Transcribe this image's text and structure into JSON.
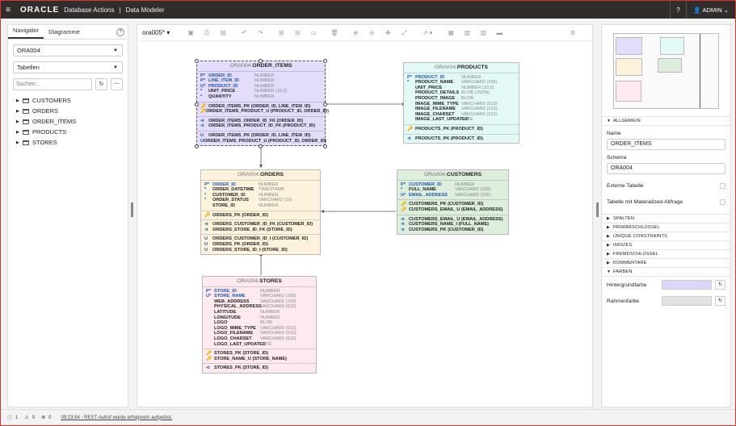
{
  "header": {
    "logo": "ORACLE",
    "app": "Database Actions",
    "sep": "|",
    "module": "Data Modeler",
    "user": "ADMIN"
  },
  "navigator": {
    "tabs": [
      "Navigator",
      "Diagramme"
    ],
    "schema": "ORA004",
    "object_type": "Tabellen",
    "search_placeholder": "Suchen...",
    "tree": [
      "CUSTOMERS",
      "ORDERS",
      "ORDER_ITEMS",
      "PRODUCTS",
      "STORES"
    ]
  },
  "diagram": {
    "name": "ora005*"
  },
  "entities": {
    "order_items": {
      "schema": "ORA004.",
      "name": "ORDER_ITEMS",
      "cols": [
        [
          "P",
          "*",
          "ORDER_ID",
          "NUMBER",
          true
        ],
        [
          "P",
          "*",
          "LINE_ITEM_ID",
          "NUMBER",
          true
        ],
        [
          "U",
          "*",
          "PRODUCT_ID",
          "NUMBER",
          true
        ],
        [
          "",
          "*",
          "UNIT_PRICE",
          "NUMBER (10,2)",
          false
        ],
        [
          "",
          "*",
          "QUANTITY",
          "NUMBER",
          false
        ]
      ],
      "keys": [
        [
          "ORDER_ITEMS_PK (ORDER_ID, LINE_ITEM_ID)",
          "ORDER_ITEMS_PRODUCT_U (PRODUCT_ID, ORDER_ID)"
        ],
        [
          "ORDER_ITEMS_ORDER_ID_FK (ORDER_ID)",
          "ORDER_ITEMS_PRODUCT_ID_FK (PRODUCT_ID)"
        ],
        [
          "ORDER_ITEMS_PK (ORDER_ID, LINE_ITEM_ID)",
          "ORDER_ITEMS_PRODUCT_U (PRODUCT_ID, ORDER_ID)"
        ]
      ]
    },
    "products": {
      "schema": "ORA004.",
      "name": "PRODUCTS",
      "cols": [
        [
          "P",
          "*",
          "PRODUCT_ID",
          "NUMBER",
          true
        ],
        [
          "",
          "*",
          "PRODUCT_NAME",
          "VARCHAR2 (255)",
          false
        ],
        [
          "",
          "",
          "UNIT_PRICE",
          "NUMBER (10,2)",
          false
        ],
        [
          "",
          "",
          "PRODUCT_DETAILS",
          "BLOB (JSON)",
          false
        ],
        [
          "",
          "",
          "PRODUCT_IMAGE",
          "BLOB",
          false
        ],
        [
          "",
          "",
          "IMAGE_MIME_TYPE",
          "VARCHAR2 (512)",
          false
        ],
        [
          "",
          "",
          "IMAGE_FILENAME",
          "VARCHAR2 (512)",
          false
        ],
        [
          "",
          "",
          "IMAGE_CHARSET",
          "VARCHAR2 (512)",
          false
        ],
        [
          "",
          "",
          "IMAGE_LAST_UPDATED",
          "DATE",
          false
        ]
      ],
      "keys": [
        [
          "PRODUCTS_PK (PRODUCT_ID)"
        ],
        [
          "PRODUCTS_PK (PRODUCT_ID)"
        ]
      ]
    },
    "orders": {
      "schema": "ORA004.",
      "name": "ORDERS",
      "cols": [
        [
          "P",
          "*",
          "ORDER_ID",
          "NUMBER",
          true
        ],
        [
          "",
          "*",
          "ORDER_DATETIME",
          "TIMESTAMP",
          false
        ],
        [
          "",
          "*",
          "CUSTOMER_ID",
          "NUMBER",
          false
        ],
        [
          "",
          "*",
          "ORDER_STATUS",
          "VARCHAR2 (10)",
          false
        ],
        [
          "",
          "",
          "STORE_ID",
          "NUMBER",
          false
        ]
      ],
      "keys": [
        [
          "ORDERS_PK (ORDER_ID)"
        ],
        [
          "ORDERS_CUSTOMER_ID_FK (CUSTOMER_ID)",
          "ORDERS_STORE_ID_FK (STORE_ID)"
        ],
        [
          "ORDERS_CUSTOMER_ID_I (CUSTOMER_ID)",
          "ORDERS_PK (ORDER_ID)",
          "ORDERS_STORE_ID_I (STORE_ID)"
        ]
      ]
    },
    "customers": {
      "schema": "ORA004.",
      "name": "CUSTOMERS",
      "cols": [
        [
          "P",
          "*",
          "CUSTOMER_ID",
          "NUMBER",
          true
        ],
        [
          "",
          "*",
          "FULL_NAME",
          "VARCHAR2 (255)",
          false
        ],
        [
          "U",
          "*",
          "EMAIL_ADDRESS",
          "VARCHAR2 (255)",
          true
        ]
      ],
      "keys": [
        [
          "CUSTOMERS_PK (CUSTOMER_ID)",
          "CUSTOMERS_EMAIL_U (EMAIL_ADDRESS)"
        ],
        [
          "CUSTOMERS_EMAIL_U (EMAIL_ADDRESS)",
          "CUSTOMERS_NAME_I (FULL_NAME)",
          "CUSTOMERS_PK (CUSTOMER_ID)"
        ]
      ]
    },
    "stores": {
      "schema": "ORA004.",
      "name": "STORES",
      "cols": [
        [
          "P",
          "*",
          "STORE_ID",
          "NUMBER",
          true
        ],
        [
          "U",
          "*",
          "STORE_NAME",
          "VARCHAR2 (255)",
          true
        ],
        [
          "",
          "",
          "WEB_ADDRESS",
          "VARCHAR2 (100)",
          false
        ],
        [
          "",
          "",
          "PHYSICAL_ADDRESS",
          "VARCHAR2 (512)",
          false
        ],
        [
          "",
          "",
          "LATITUDE",
          "NUMBER",
          false
        ],
        [
          "",
          "",
          "LONGITUDE",
          "NUMBER",
          false
        ],
        [
          "",
          "",
          "LOGO",
          "BLOB",
          false
        ],
        [
          "",
          "",
          "LOGO_MIME_TYPE",
          "VARCHAR2 (512)",
          false
        ],
        [
          "",
          "",
          "LOGO_FILENAME",
          "VARCHAR2 (512)",
          false
        ],
        [
          "",
          "",
          "LOGO_CHARSET",
          "VARCHAR2 (512)",
          false
        ],
        [
          "",
          "",
          "LOGO_LAST_UPDATED",
          "DATE",
          false
        ]
      ],
      "keys": [
        [
          "STORES_PK (STORE_ID)",
          "STORE_NAME_U (STORE_NAME)"
        ],
        [
          "STORES_PK (STORE_ID)"
        ]
      ]
    }
  },
  "properties": {
    "section_general": "ALLGEMEIN",
    "name_label": "Name",
    "name_value": "ORDER_ITEMS",
    "schema_label": "Schema",
    "schema_value": "ORA004",
    "external_label": "Externe Tabelle",
    "mv_label": "Tabelle mit Materialized-Abfrage",
    "sections": [
      "SPALTEN",
      "PRIMÄRSCHLÜSSEL",
      "UNIQUE CONSTRAINTS",
      "INDIZES",
      "FREMDSCHLÜSSEL",
      "KOMMENTARE"
    ],
    "section_colors": "FARBEN",
    "bg_label": "Hintergrundfarbe",
    "bg_color": "#ddd6fb",
    "border_label": "Rahmenfarbe",
    "border_color": "#e3e3e3"
  },
  "status": {
    "info": "1",
    "warn": "0",
    "err": "0",
    "message": "09:23:54 - REST-Aufruf wurde erfolgreich aufgelöst."
  },
  "colors": {
    "order_items": "#e4dcfb",
    "products": "#e2f9f6",
    "orders": "#fdf3dc",
    "customers": "#deeedd",
    "stores": "#fde9ee"
  }
}
